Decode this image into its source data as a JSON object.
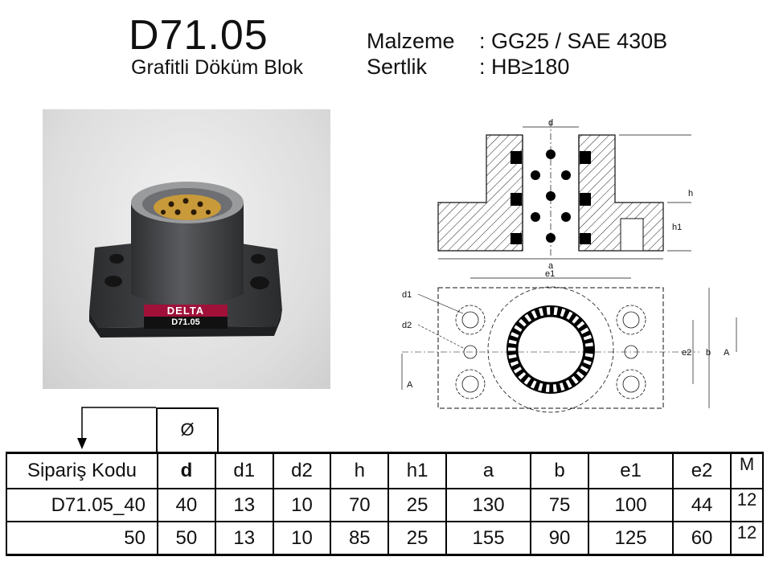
{
  "header": {
    "title": "D71.05",
    "subtitle": "Grafitli Döküm Blok",
    "specs": [
      {
        "key": "Malzeme",
        "value": ": GG25 / SAE 430B"
      },
      {
        "key": "Sertlik",
        "value": ": HB≥180"
      }
    ]
  },
  "photo": {
    "brand": "DELTA",
    "model": "D71.05",
    "colors": {
      "body": "#3a3b3d",
      "bushing": "#c89a3a",
      "label": "#a0113a"
    }
  },
  "drawing": {
    "labels": {
      "d": "d",
      "h": "h",
      "h1": "h1",
      "a": "a",
      "e1": "e1",
      "d1": "d1",
      "d2": "d2",
      "e2": "e2",
      "b": "b",
      "A_left": "A",
      "A_right": "A"
    }
  },
  "table": {
    "phi_symbol": "Ø",
    "headers": [
      "Sipariş Kodu",
      "d",
      "d1",
      "d2",
      "h",
      "h1",
      "a",
      "b",
      "e1",
      "e2",
      "M"
    ],
    "rows": [
      [
        "D71.05_40",
        "40",
        "13",
        "10",
        "70",
        "25",
        "130",
        "75",
        "100",
        "44",
        "12"
      ],
      [
        "50",
        "50",
        "13",
        "10",
        "85",
        "25",
        "155",
        "90",
        "125",
        "60",
        "12"
      ]
    ]
  }
}
